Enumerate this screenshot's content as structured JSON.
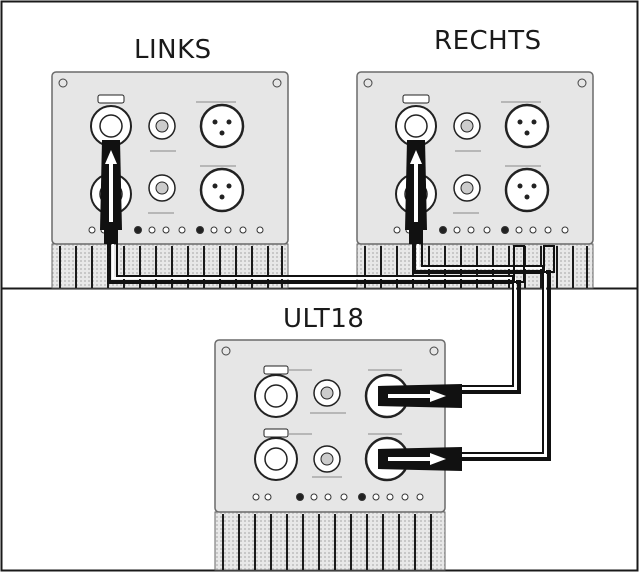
{
  "labels": {
    "left_speaker": "LINKS",
    "right_speaker": "RECHTS",
    "subwoofer": "ULT18"
  },
  "colors": {
    "ink": "#1a1a1a",
    "panel": "#e6e6e6",
    "panel_border": "#6a6a6a",
    "cable": "#111111",
    "connector_fill": "#ffffff"
  },
  "icons": {
    "left_plug": "xlr-plug-arrow-up-icon",
    "right_plug": "xlr-plug-arrow-up-icon",
    "sub_plug_1": "xlr-plug-arrow-right-icon",
    "sub_plug_2": "xlr-plug-arrow-right-icon"
  }
}
